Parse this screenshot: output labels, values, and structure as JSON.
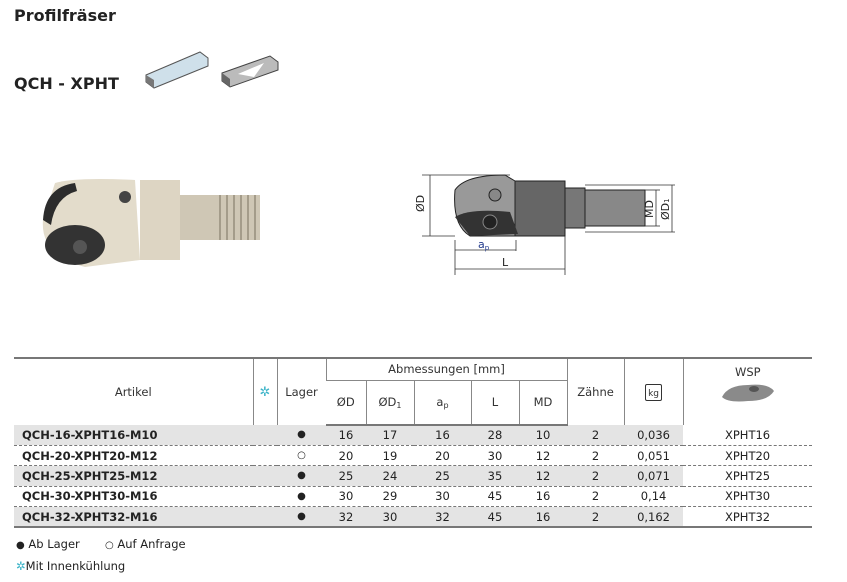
{
  "title": "Profilfräser",
  "subtitle": "QCH - XPHT",
  "drawing_labels": {
    "d": "ØD",
    "ap": "a",
    "ap_sub": "p",
    "l": "L",
    "md": "MD",
    "d1": "ØD",
    "d1_sub": "1"
  },
  "table": {
    "headers": {
      "artikel": "Artikel",
      "coolant": "✲",
      "lager": "Lager",
      "abmessungen": "Abmessungen [mm]",
      "d": "ØD",
      "d1": "ØD",
      "d1_sub": "1",
      "ap": "a",
      "ap_sub": "p",
      "l": "L",
      "md": "MD",
      "zaehne": "Zähne",
      "kg": "kg",
      "wsp": "WSP"
    },
    "rows": [
      {
        "artikel": "QCH-16-XPHT16-M10",
        "lager": "●",
        "d": "16",
        "d1": "17",
        "ap": "16",
        "l": "28",
        "md": "10",
        "z": "2",
        "kg": "0,036",
        "wsp": "XPHT16"
      },
      {
        "artikel": "QCH-20-XPHT20-M12",
        "lager": "○",
        "d": "20",
        "d1": "19",
        "ap": "20",
        "l": "30",
        "md": "12",
        "z": "2",
        "kg": "0,051",
        "wsp": "XPHT20"
      },
      {
        "artikel": "QCH-25-XPHT25-M12",
        "lager": "●",
        "d": "25",
        "d1": "24",
        "ap": "25",
        "l": "35",
        "md": "12",
        "z": "2",
        "kg": "0,071",
        "wsp": "XPHT25"
      },
      {
        "artikel": "QCH-30-XPHT30-M16",
        "lager": "●",
        "d": "30",
        "d1": "29",
        "ap": "30",
        "l": "45",
        "md": "16",
        "z": "2",
        "kg": "0,14",
        "wsp": "XPHT30"
      },
      {
        "artikel": "QCH-32-XPHT32-M16",
        "lager": "●",
        "d": "32",
        "d1": "30",
        "ap": "32",
        "l": "45",
        "md": "16",
        "z": "2",
        "kg": "0,162",
        "wsp": "XPHT32"
      }
    ]
  },
  "legend": {
    "ab_lager_sym": "●",
    "ab_lager": "Ab Lager",
    "anfrage_sym": "○",
    "anfrage": "Auf Anfrage",
    "coolant_sym": "✲",
    "coolant": "Mit Innenkühlung"
  }
}
